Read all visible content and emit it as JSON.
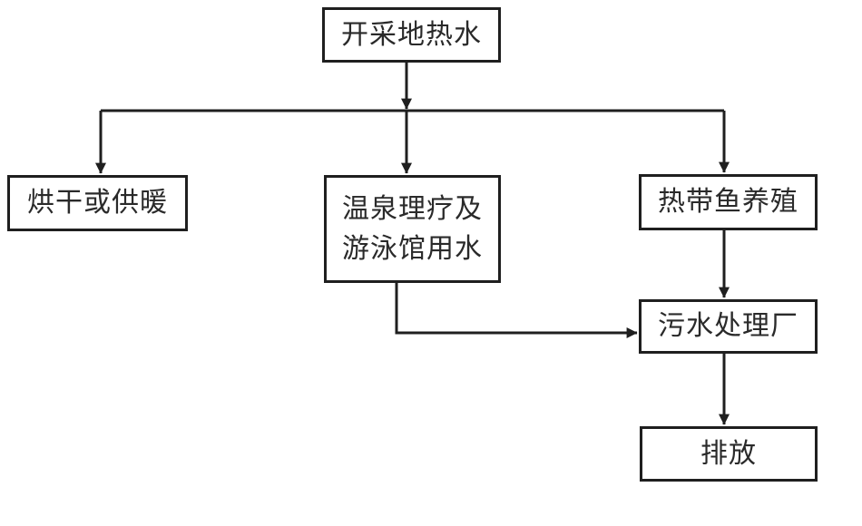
{
  "colors": {
    "stroke": "#1f1f1f",
    "text": "#2a2a2a",
    "background": "#ffffff"
  },
  "nodes": {
    "source": {
      "label": "开采地热水"
    },
    "drying": {
      "label": "烘干或供暖"
    },
    "spa": {
      "lines": [
        "温泉理疗及",
        "游泳馆用水"
      ]
    },
    "fish": {
      "label": "热带鱼养殖"
    },
    "sewage": {
      "label": "污水处理厂"
    },
    "discharge": {
      "label": "排放"
    }
  },
  "edges": [
    {
      "from": "source",
      "to": "drying"
    },
    {
      "from": "source",
      "to": "spa"
    },
    {
      "from": "source",
      "to": "fish"
    },
    {
      "from": "spa",
      "to": "sewage"
    },
    {
      "from": "fish",
      "to": "sewage"
    },
    {
      "from": "sewage",
      "to": "discharge"
    }
  ]
}
